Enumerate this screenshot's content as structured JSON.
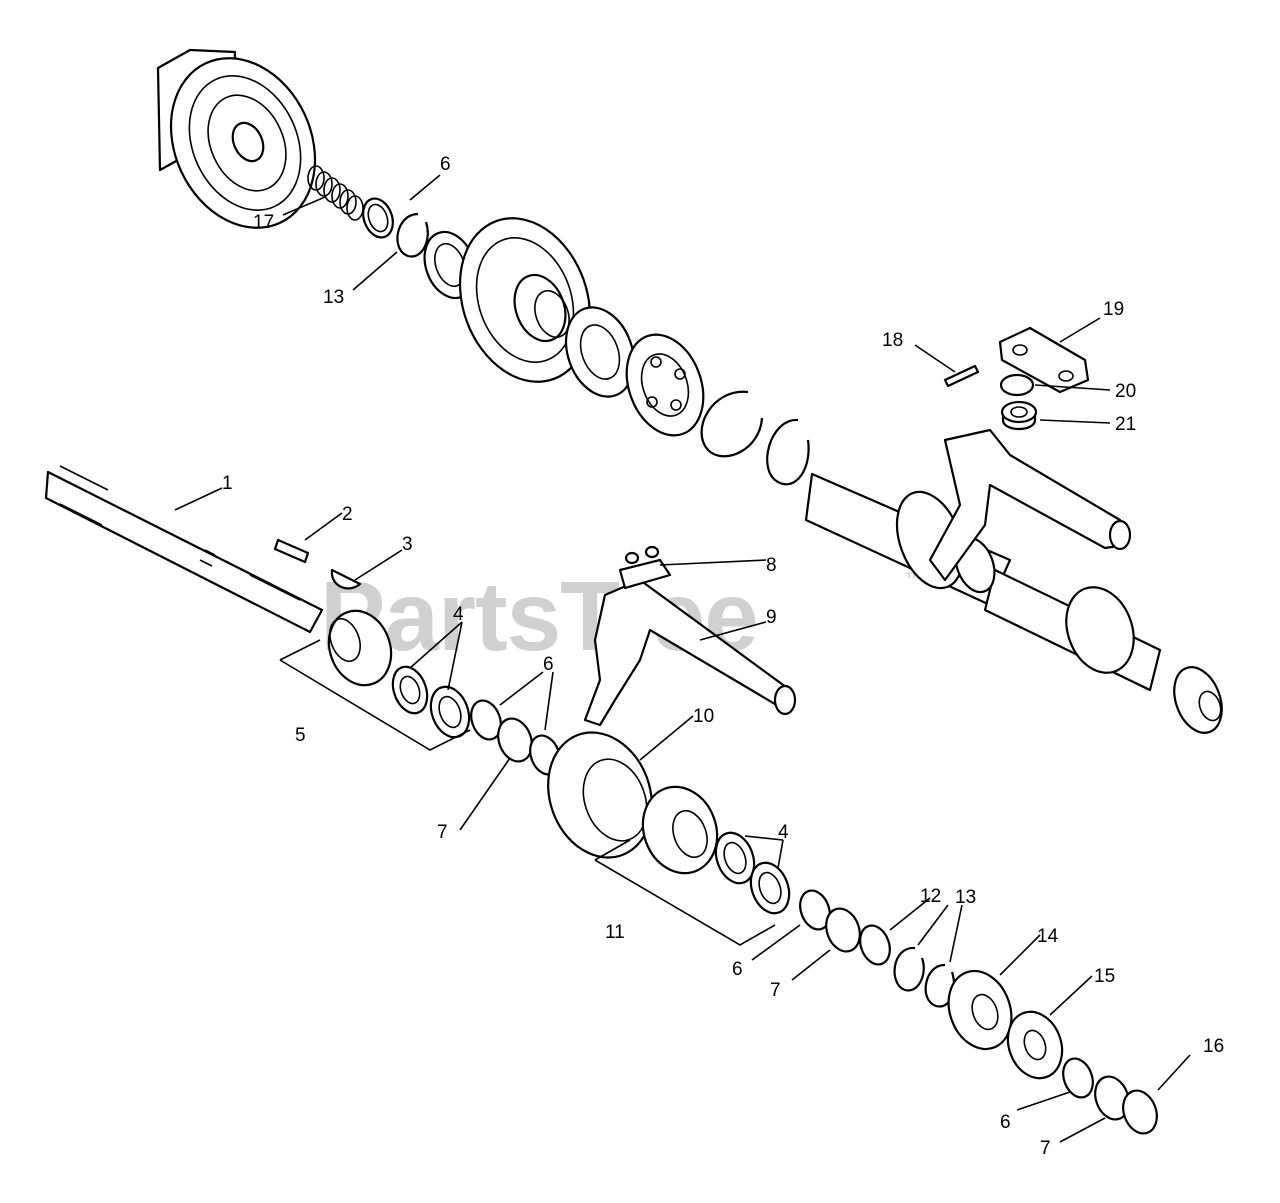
{
  "watermark": {
    "text": "PartsTree",
    "trademark": "™"
  },
  "callouts": {
    "c1": "1",
    "c2": "2",
    "c3": "3",
    "c4a": "4",
    "c4b": "4",
    "c5": "5",
    "c6a": "6",
    "c6b": "6",
    "c6c": "6",
    "c6d": "6",
    "c7a": "7",
    "c7b": "7",
    "c7c": "7",
    "c8": "8",
    "c9": "9",
    "c10": "10",
    "c11": "11",
    "c12": "12",
    "c13a": "13",
    "c13b": "13",
    "c14": "14",
    "c15": "15",
    "c16": "16",
    "c17": "17",
    "c18": "18",
    "c19": "19",
    "c20": "20",
    "c21": "21"
  }
}
